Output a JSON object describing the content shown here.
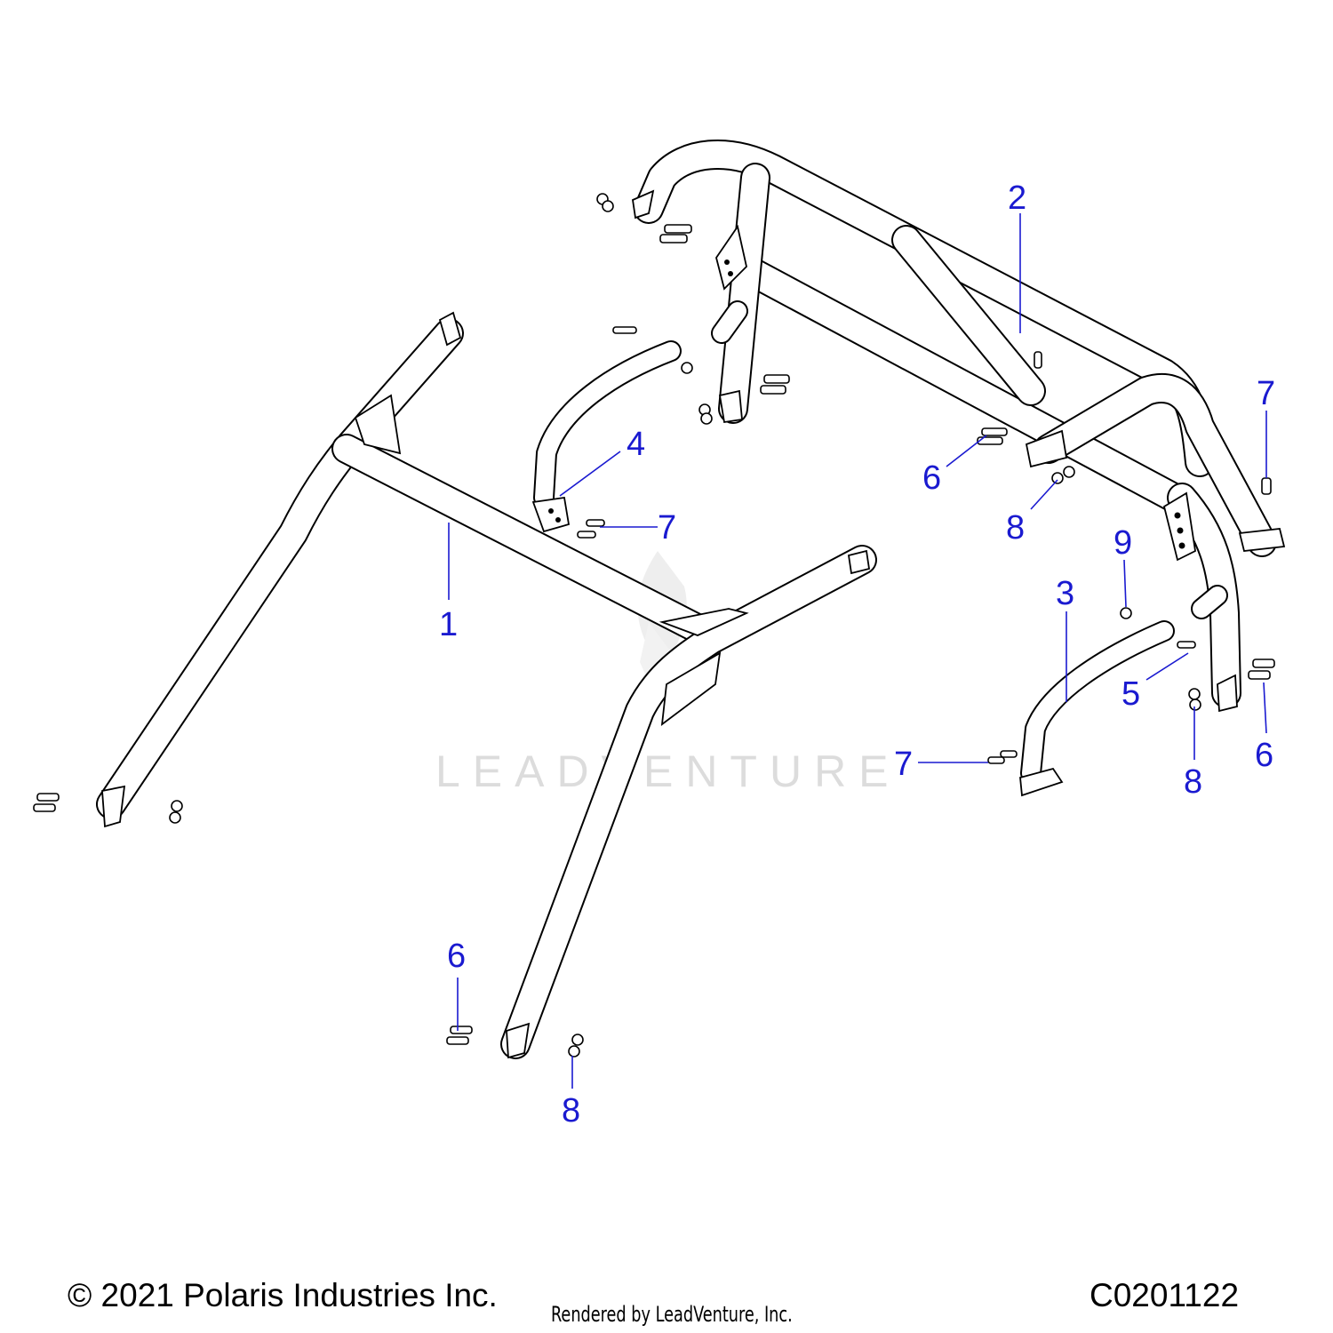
{
  "callouts": [
    {
      "label": "1"
    },
    {
      "label": "2"
    },
    {
      "label": "3"
    },
    {
      "label": "4"
    },
    {
      "label": "5"
    },
    {
      "label": "6"
    },
    {
      "label": "6"
    },
    {
      "label": "6"
    },
    {
      "label": "7"
    },
    {
      "label": "7"
    },
    {
      "label": "7"
    },
    {
      "label": "8"
    },
    {
      "label": "8"
    },
    {
      "label": "8"
    },
    {
      "label": "9"
    }
  ],
  "watermark": "LEADVENTURE",
  "footer": {
    "copyright": "© 2021 Polaris Industries Inc.",
    "rendered_by": "Rendered by LeadVenture, Inc.",
    "diagram_code": "C0201122"
  },
  "colors": {
    "callout": "#1a1ad0",
    "line": "#000000",
    "watermark": "#d9d9d9"
  }
}
